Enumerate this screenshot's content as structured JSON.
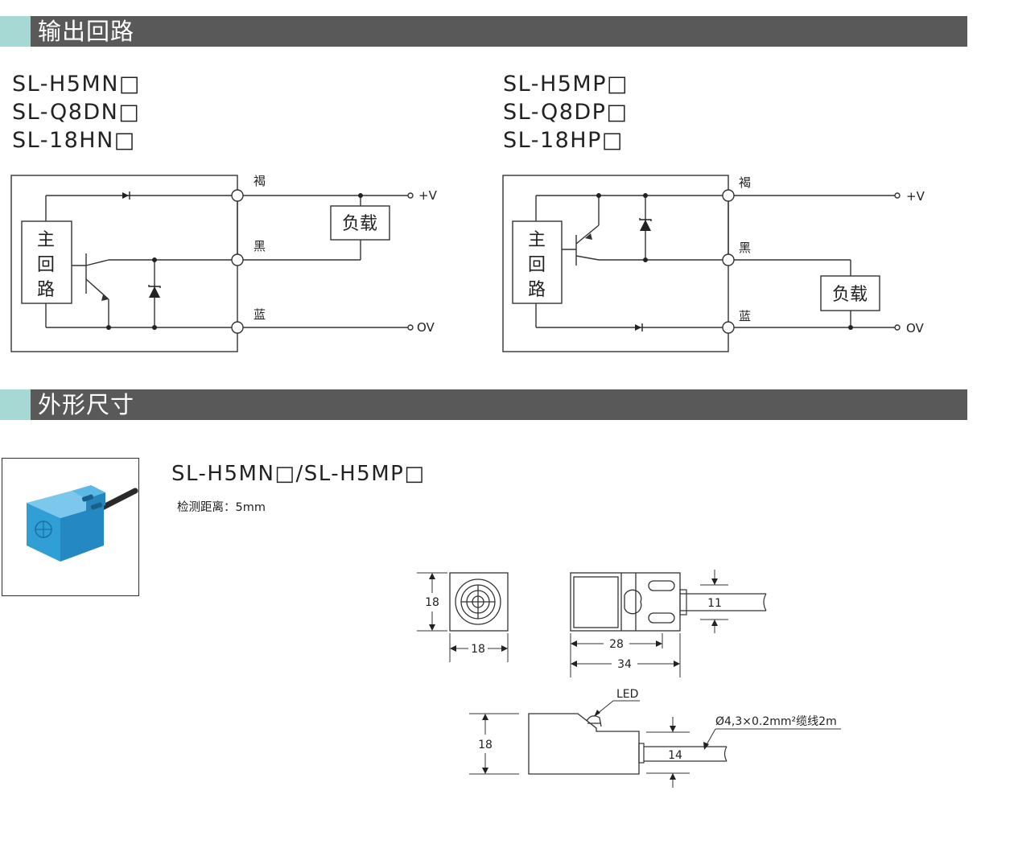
{
  "sections": {
    "circuit_title": "输出回路",
    "dimension_title": "外形尺寸"
  },
  "npn": {
    "models": [
      "SL-H5MN□",
      "SL-Q8DN□",
      "SL-18HN□"
    ]
  },
  "pnp": {
    "models": [
      "SL-H5MP□",
      "SL-Q8DP□",
      "SL-18HP□"
    ]
  },
  "circuit": {
    "main_circuit": [
      "主",
      "回",
      "路"
    ],
    "load": "负载",
    "wire_brown": "褐",
    "wire_black": "黑",
    "wire_blue": "蓝",
    "vplus": "+V",
    "zero_v": "OV"
  },
  "dimensions": {
    "model_title": "SL-H5MN□/SL-H5MP□",
    "detection_range": "检测距离：5mm",
    "front_height": "18",
    "front_width": "18",
    "top_28": "28",
    "top_34": "34",
    "cable_11": "11",
    "led": "LED",
    "side_height": "18",
    "cable_14": "14",
    "cable_spec": "Ø4,3×0.2mm²缆线2m"
  },
  "colors": {
    "section_bar": "#595959",
    "section_accent": "#a6d9d3",
    "sensor_body": "#3aa7dc"
  }
}
